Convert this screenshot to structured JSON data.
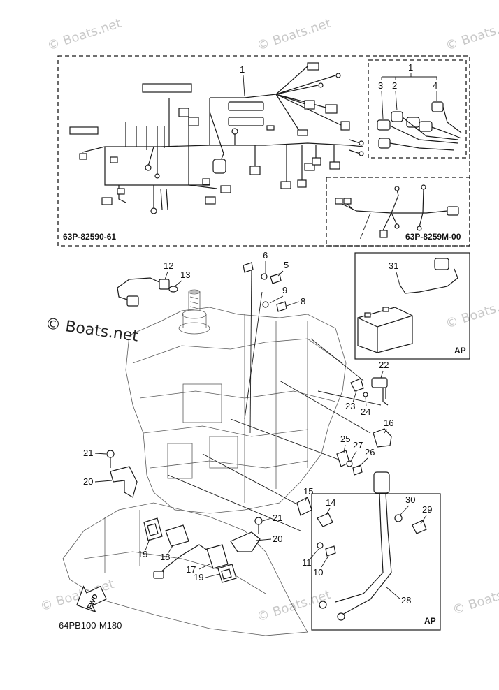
{
  "diagram": {
    "drawing_code": "64PB100-M180",
    "harness_code_main": "63P-82590-61",
    "harness_code_sub": "63P-8259M-00",
    "ap_label_battery": "AP",
    "ap_label_cable": "AP",
    "fwd_label": "FWD",
    "watermark_main": "© Boats.net",
    "watermark_faint": "© Boats.net",
    "callouts": {
      "c1a": "1",
      "c1b": "1",
      "c2": "2",
      "c3": "3",
      "c4": "4",
      "c5": "5",
      "c6": "6",
      "c7": "7",
      "c8": "8",
      "c9": "9",
      "c10": "10",
      "c11": "11",
      "c12": "12",
      "c13": "13",
      "c14": "14",
      "c15": "15",
      "c16": "16",
      "c17": "17",
      "c18": "18",
      "c19a": "19",
      "c19b": "19",
      "c20a": "20",
      "c20b": "20",
      "c21a": "21",
      "c21b": "21",
      "c22": "22",
      "c23": "23",
      "c24": "24",
      "c25": "25",
      "c26": "26",
      "c27": "27",
      "c28": "28",
      "c29": "29",
      "c30": "30",
      "c31": "31"
    }
  }
}
